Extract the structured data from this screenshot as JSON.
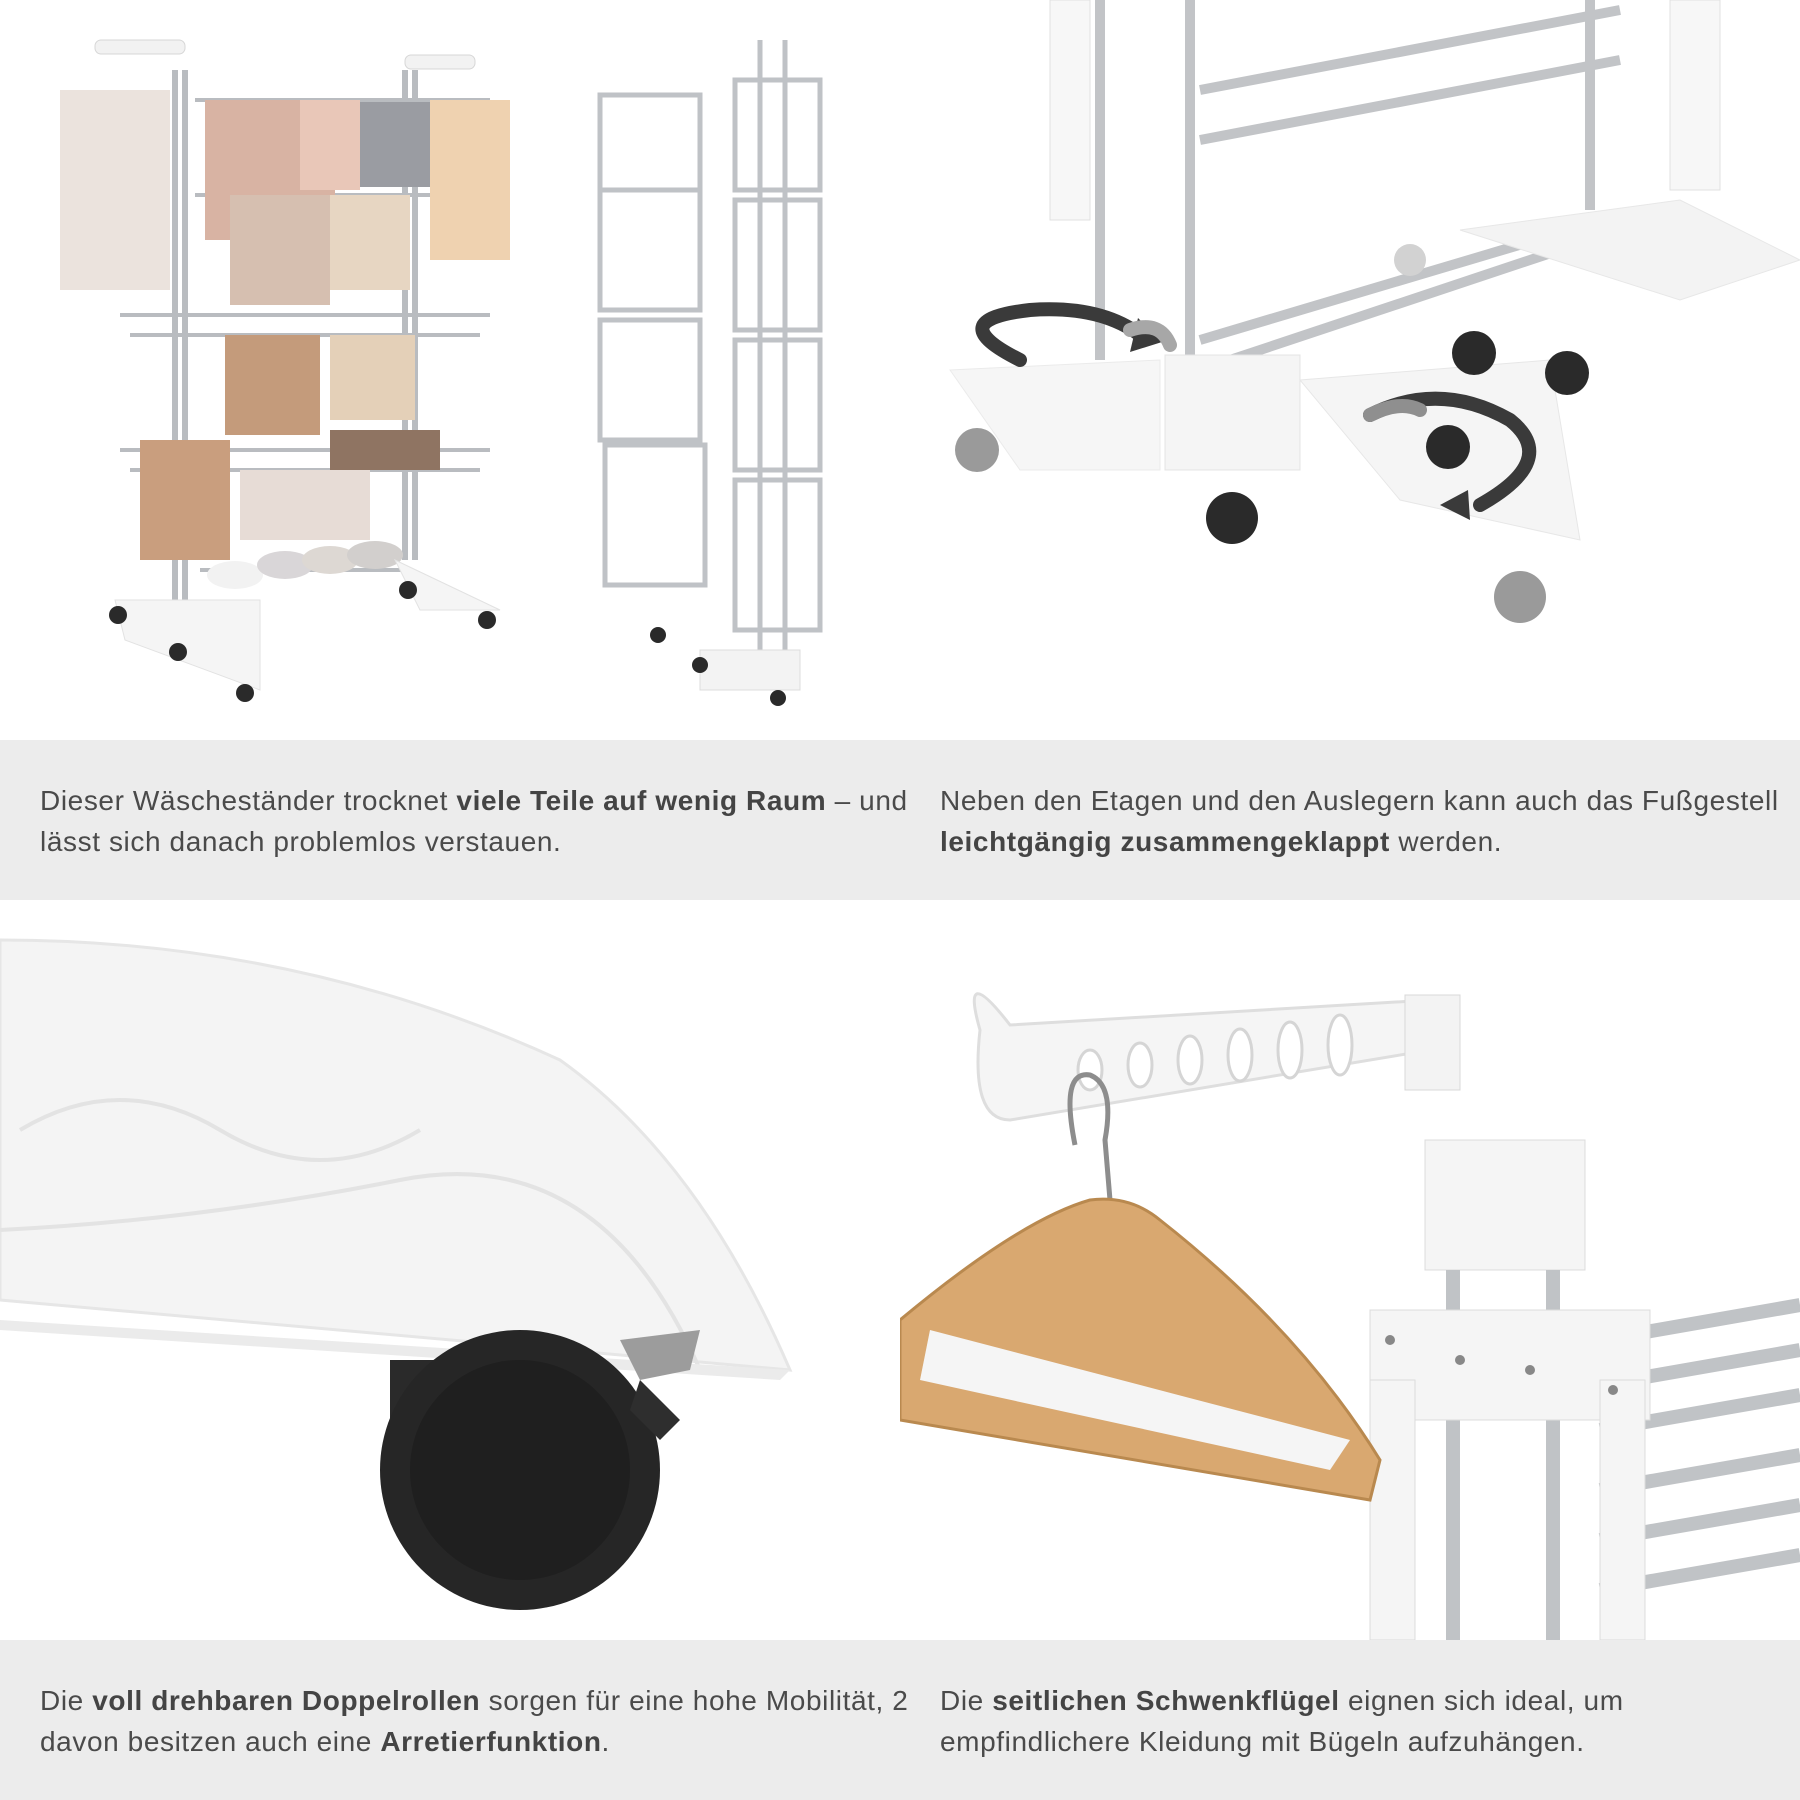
{
  "captions": {
    "top_left": {
      "part1": "Dieser Wäscheständer trocknet ",
      "bold1": "viele Teile auf wenig Raum",
      "part2": " – und lässt sich danach problemlos verstauen."
    },
    "top_right": {
      "part1": "Neben den Etagen und den Auslegern kann auch das Fußgestell ",
      "bold1": "leichtgängig zusammengeklappt",
      "part2": " werden."
    },
    "bottom_left": {
      "part1": "Die ",
      "bold1": "voll drehbaren Doppelrollen",
      "part2": " sorgen für eine hohe Mobilität, 2 davon besitzen auch eine ",
      "bold2": "Arretierfunktion",
      "part3": "."
    },
    "bottom_right": {
      "part1": "Die ",
      "bold1": "seitlichen Schwenkflügel",
      "part2": " eignen sich ideal, um empfindlichere Kleidung mit Bügeln aufzuhängen."
    }
  },
  "colors": {
    "band": "#ececec",
    "text": "#4a4a4a",
    "steel": "#b9bcc0",
    "white_plastic": "#f7f7f7",
    "wheel": "#2a2a2a",
    "hanger_wood": "#d9a870"
  },
  "icons": {
    "rotate_arrows": "curved-arrow-icon"
  }
}
